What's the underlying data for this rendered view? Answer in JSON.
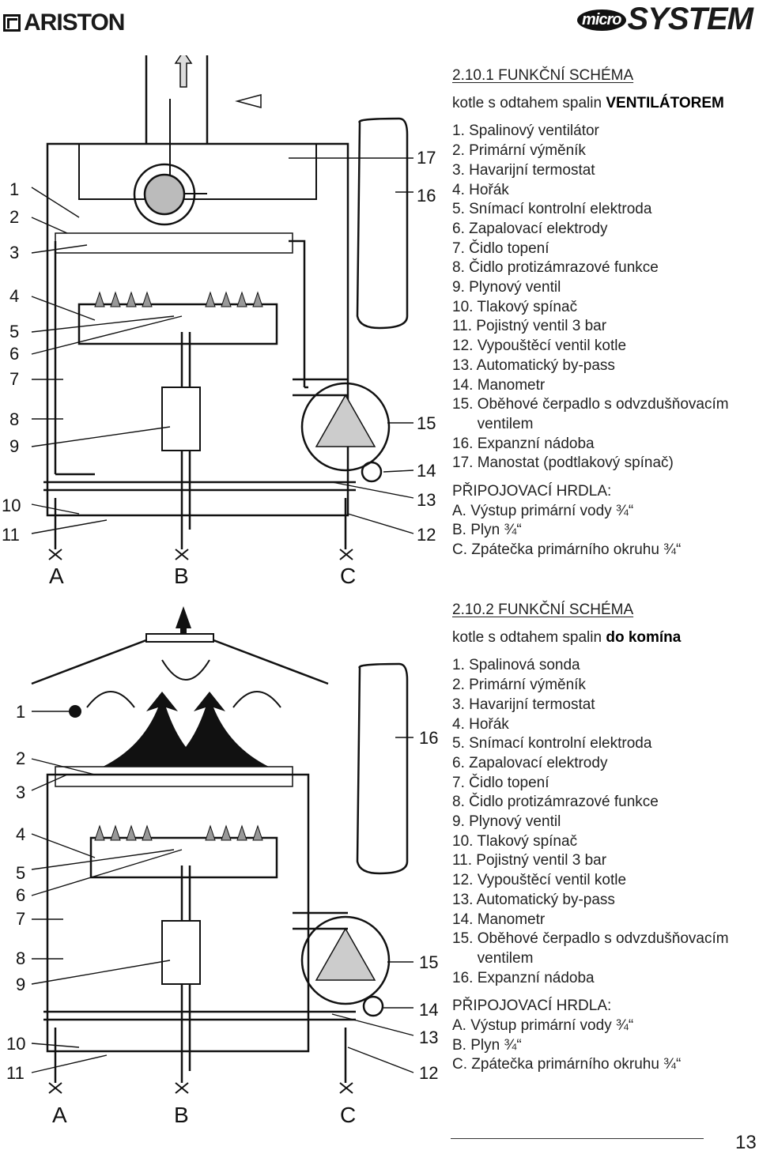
{
  "header": {
    "brand_left": "ARISTON",
    "brand_right_small": "micro",
    "brand_right_big": "SYSTEM"
  },
  "section1": {
    "title": "2.10.1   FUNKČNÍ SCHÉMA",
    "subtitle_prefix": "kotle s odtahem spalin ",
    "subtitle_bold": "VENTILÁTOREM",
    "items": [
      "1. Spalinový ventilátor",
      "2. Primární výměník",
      "3. Havarijní termostat",
      "4. Hořák",
      "5. Snímací kontrolní elektroda",
      "6. Zapalovací elektrody",
      "7. Čidlo topení",
      "8. Čidlo protizámrazové funkce",
      "9. Plynový ventil",
      "10. Tlakový spínač",
      "11. Pojistný ventil 3 bar",
      "12. Vypouštěcí ventil kotle",
      "13. Automatický by-pass",
      "14. Manometr",
      "15. Oběhové čerpadlo s odvzdušňovacím",
      "      ventilem",
      "16. Expanzní nádoba",
      "17. Manostat (podtlakový  spínač)"
    ],
    "conn_title": "PŘIPOJOVACÍ HRDLA:",
    "conn": [
      "A.  Výstup primární vody ¾“",
      "B.  Plyn ¾“",
      "C.  Zpátečka primárního okruhu ¾“"
    ]
  },
  "section2": {
    "title": "2.10.2   FUNKČNÍ SCHÉMA",
    "subtitle_prefix": "kotle s odtahem spalin ",
    "subtitle_bold": "do komína",
    "items": [
      "1. Spalinová sonda",
      "2. Primární výměník",
      "3. Havarijní termostat",
      "4. Hořák",
      "5. Snímací kontrolní elektroda",
      "6. Zapalovací elektrody",
      "7. Čidlo topení",
      "8. Čidlo protizámrazové funkce",
      "9. Plynový ventil",
      "10. Tlakový spínač",
      "11. Pojistný ventil 3 bar",
      "12. Vypouštěcí ventil kotle",
      "13. Automatický by-pass",
      "14. Manometr",
      "15. Oběhové čerpadlo s odvzdušňovacím",
      "      ventilem",
      "16. Expanzní nádoba"
    ],
    "conn_title": "PŘIPOJOVACÍ HRDLA:",
    "conn": [
      "A.  Výstup primární vody ¾“",
      "B.  Plyn ¾“",
      "C.  Zpátečka primárního okruhu ¾“"
    ]
  },
  "diagram1": {
    "left_labels": [
      "1",
      "2",
      "3",
      "4",
      "5",
      "6",
      "7",
      "8",
      "9",
      "10",
      "11"
    ],
    "right_labels": [
      "17",
      "16",
      "15",
      "14",
      "13",
      "12"
    ],
    "bottom_labels": [
      "A",
      "B",
      "C"
    ]
  },
  "diagram2": {
    "left_labels": [
      "1",
      "2",
      "3",
      "4",
      "5",
      "6",
      "7",
      "8",
      "9",
      "10",
      "11"
    ],
    "right_labels": [
      "16",
      "15",
      "14",
      "13",
      "12"
    ],
    "bottom_labels": [
      "A",
      "B",
      "C"
    ]
  },
  "page_number": "13"
}
